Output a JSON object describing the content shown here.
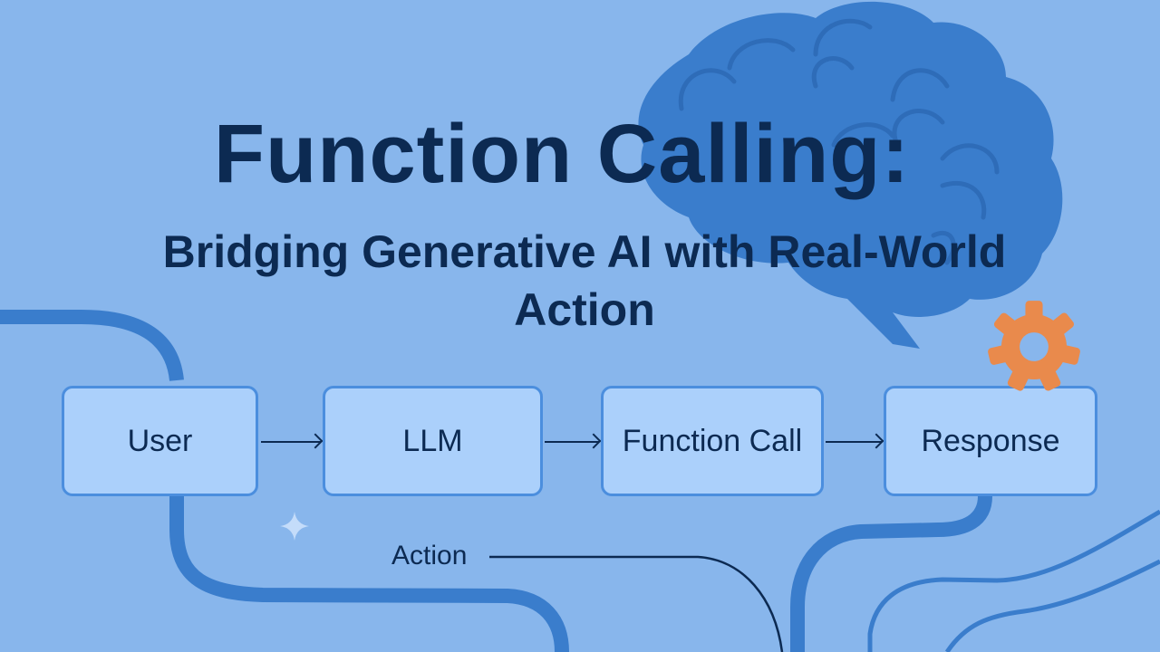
{
  "title": {
    "main": "Function Calling:",
    "subtitle_line1": "Bridging Generative AI with Real-World",
    "subtitle_line2": "Action"
  },
  "flow": {
    "nodes": [
      {
        "label": "User"
      },
      {
        "label": "LLM"
      },
      {
        "label": "Function Call"
      },
      {
        "label": "Response"
      }
    ],
    "action_label": "Action"
  },
  "decorations": {
    "icons": [
      "brain-icon",
      "gear-icon",
      "sparkle-icon"
    ]
  },
  "colors": {
    "background": "#88b6ec",
    "brain": "#3a7dcc",
    "node_fill": "#abd0fb",
    "node_border": "#4b8ede",
    "text": "#0c2a52",
    "gear": "#e98a4c",
    "curves": "#3a7dcc"
  }
}
